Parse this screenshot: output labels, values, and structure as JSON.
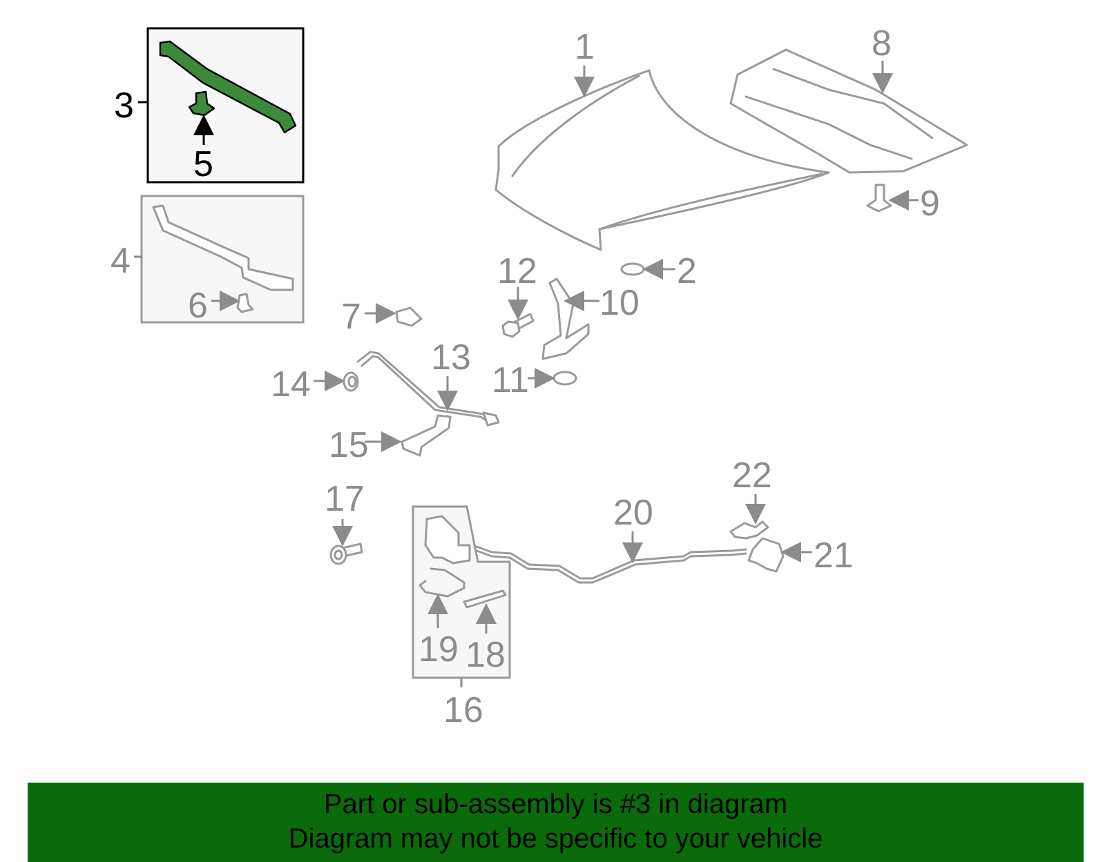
{
  "labels": {
    "l1": "1",
    "l2": "2",
    "l3": "3",
    "l4": "4",
    "l5": "5",
    "l6": "6",
    "l7": "7",
    "l8": "8",
    "l9": "9",
    "l10": "10",
    "l11": "11",
    "l12": "12",
    "l13": "13",
    "l14": "14",
    "l15": "15",
    "l16": "16",
    "l17": "17",
    "l18": "18",
    "l19": "19",
    "l20": "20",
    "l21": "21",
    "l22": "22"
  },
  "highlighted_part": "3",
  "colors": {
    "highlight": "#3d8a3d",
    "banner": "#0a6b0a",
    "part_stroke": "#9a9a9a"
  },
  "banner": {
    "line1": "Part or sub-assembly is #3 in diagram",
    "line2": "Diagram may not be specific to your vehicle"
  }
}
